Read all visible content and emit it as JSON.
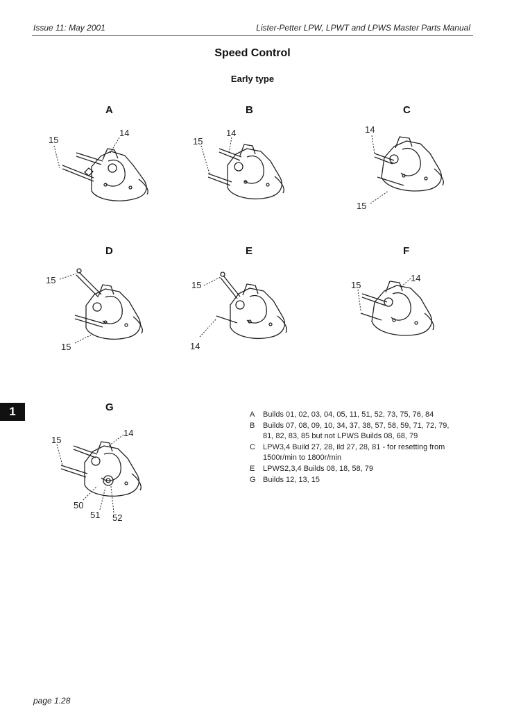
{
  "header": {
    "left": "Issue 11: May 2001",
    "right": "Lister-Petter LPW, LPWT and LPWS Master Parts Manual"
  },
  "title": "Speed Control",
  "subtitle": "Early type",
  "section_tab": "1",
  "figures": [
    {
      "letter": "A",
      "callouts": [
        "15",
        "14"
      ]
    },
    {
      "letter": "B",
      "callouts": [
        "15",
        "14"
      ]
    },
    {
      "letter": "C",
      "callouts": [
        "14",
        "15"
      ]
    },
    {
      "letter": "D",
      "callouts": [
        "15",
        "15"
      ]
    },
    {
      "letter": "E",
      "callouts": [
        "15",
        "14"
      ]
    },
    {
      "letter": "F",
      "callouts": [
        "15",
        "14"
      ]
    },
    {
      "letter": "G",
      "callouts": [
        "15",
        "14",
        "50",
        "51",
        "52"
      ]
    }
  ],
  "legend": [
    {
      "key": "A",
      "text": "Builds 01, 02, 03, 04, 05, 11, 51, 52, 73, 75, 76, 84"
    },
    {
      "key": "B",
      "text": "Builds 07, 08, 09, 10, 34, 37, 38, 57, 58, 59, 71, 72, 79, 81, 82, 83, 85 but not LPWS Builds 08, 68, 79"
    },
    {
      "key": "C",
      "text": "LPW3,4 Build 27, 28, ild 27, 28, 81 - for resetting from 1500r/min to 1800r/min"
    },
    {
      "key": "E",
      "text": "LPWS2,3,4 Builds 08, 18, 58, 79"
    },
    {
      "key": "G",
      "text": "Builds 12, 13, 15"
    }
  ],
  "footer": "page 1.28"
}
